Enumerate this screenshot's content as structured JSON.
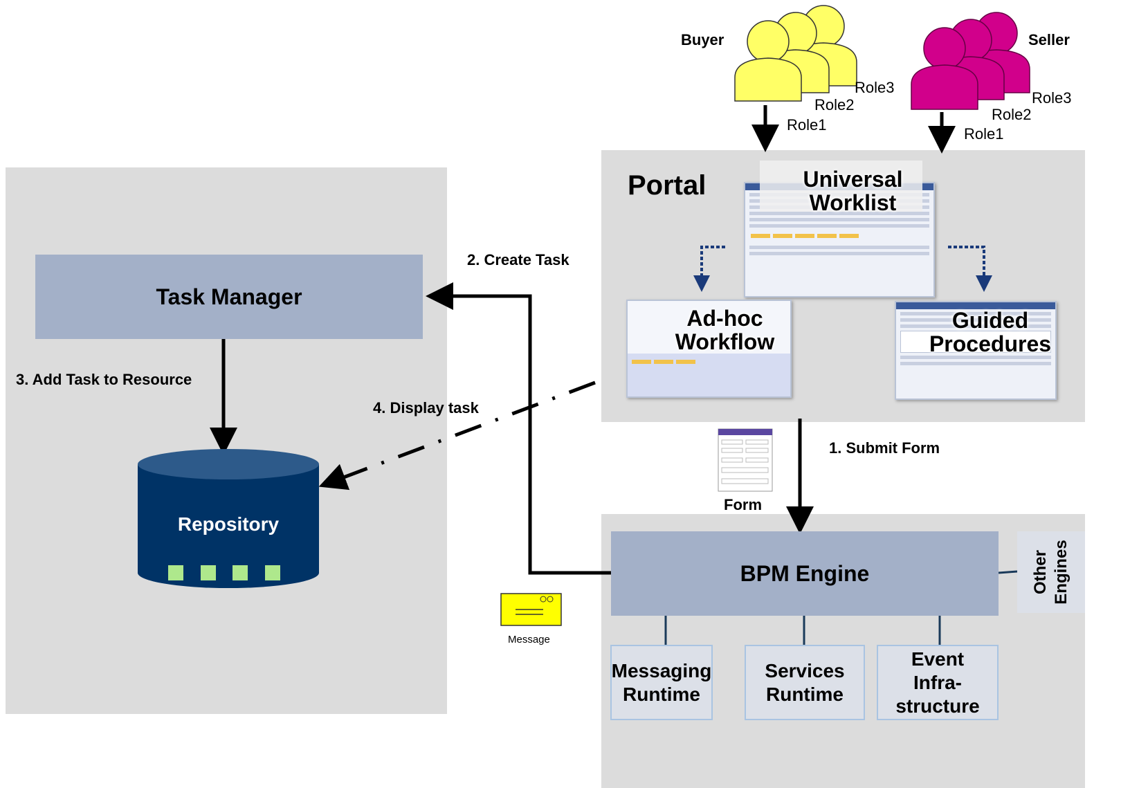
{
  "left_panel": {
    "task_manager": "Task Manager",
    "repository": "Repository",
    "add_task_label": "3. Add Task to Resource"
  },
  "edges": {
    "create_task": "2. Create Task",
    "display_task": "4. Display task",
    "submit_form": "1. Submit Form"
  },
  "portal": {
    "title": "Portal",
    "universal_worklist": "Universal Worklist",
    "adhoc_workflow": "Ad-hoc Workflow",
    "guided_procedures": "Guided Procedures"
  },
  "buyer": {
    "label": "Buyer",
    "roles": [
      "Role3",
      "Role2",
      "Role1"
    ],
    "color": "#ffff66"
  },
  "seller": {
    "label": "Seller",
    "roles": [
      "Role3",
      "Role2",
      "Role1"
    ],
    "color": "#d1008b"
  },
  "form_label": "Form",
  "message_label": "Message",
  "bpm": {
    "engine": "BPM Engine",
    "other_engines": "Other Engines",
    "messaging_runtime": "Messaging Runtime",
    "services_runtime": "Services Runtime",
    "event_infrastructure": "Event Infra-structure"
  },
  "colors": {
    "panel": "#dcdcdc",
    "box": "#a3b0c8",
    "repository": "#003366",
    "repo_squares": "#aee88c",
    "dotted_arrow": "#1a3a7a"
  }
}
